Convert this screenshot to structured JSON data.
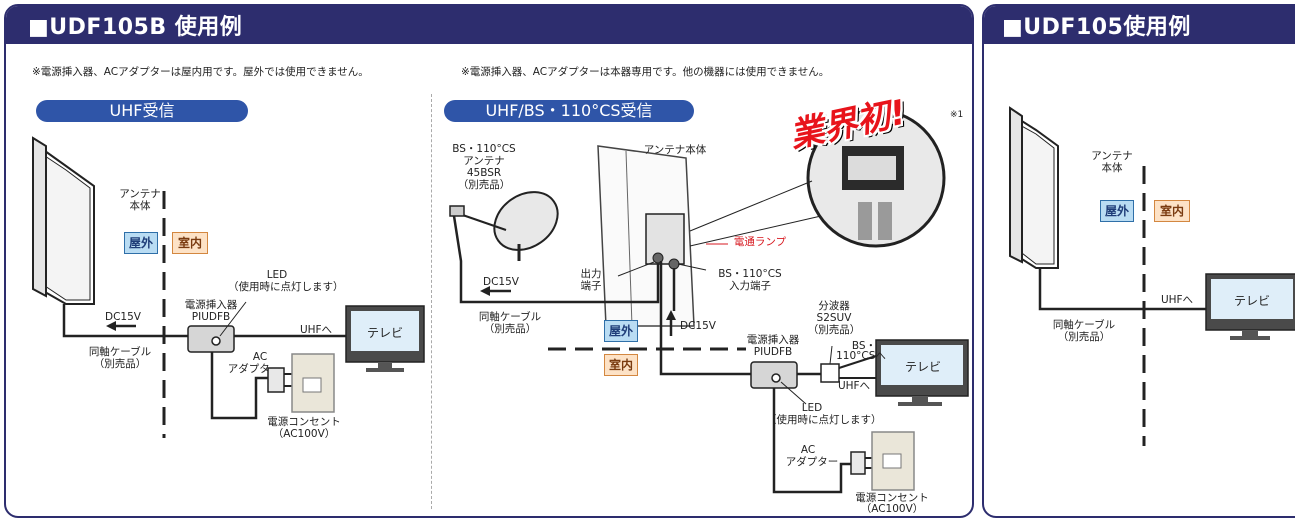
{
  "panel_b": {
    "title": "■UDF105B 使用例",
    "note_1": "※電源挿入器、ACアダプターは屋内用です。屋外では使用できません。",
    "note_2": "※電源挿入器、ACアダプターは本器専用です。他の機器には使用できません。",
    "uhf": {
      "pill": "UHF受信",
      "antenna_line1": "アンテナ",
      "antenna_line2": "本体",
      "outdoor": "屋外",
      "indoor": "室内",
      "led_line1": "LED",
      "led_line2": "（使用時に点灯します）",
      "injector_line1": "電源挿入器",
      "injector_line2": "PIUDFB",
      "dc": "DC15V",
      "uhf_to": "UHFへ",
      "tv": "テレビ",
      "cable_line1": "同軸ケーブル",
      "cable_line2": "（別売品）",
      "ac_line1": "AC",
      "ac_line2": "アダプター",
      "outlet_line1": "電源コンセント",
      "outlet_line2": "（AC100V）"
    },
    "bs": {
      "pill": "UHF/BS・110°CS受信",
      "bs_antenna_line1": "BS・110°CS",
      "bs_antenna_line2": "アンテナ",
      "bs_antenna_line3": "45BSR",
      "bs_antenna_line4": "（別売品）",
      "antenna_body": "アンテナ本体",
      "badge": "業界初!",
      "badge_note": "※1",
      "lamp": "電通ランプ",
      "output_line1": "出力",
      "output_line2": "端子",
      "input_line1": "BS・110°CS",
      "input_line2": "入力端子",
      "dc_left": "DC15V",
      "dc_up": "DC15V",
      "cable_line1": "同軸ケーブル",
      "cable_line2": "（別売品）",
      "outdoor": "屋外",
      "indoor": "室内",
      "splitter_line1": "分波器",
      "splitter_line2": "S2SUV",
      "splitter_line3": "（別売品）",
      "bs_to_line1": "BS・",
      "bs_to_line2": "110°CSへ",
      "uhf_to": "UHFへ",
      "injector_line1": "電源挿入器",
      "injector_line2": "PIUDFB",
      "tv": "テレビ",
      "led_line1": "LED",
      "led_line2": "（使用時に点灯します）",
      "ac_line1": "AC",
      "ac_line2": "アダプター",
      "outlet_line1": "電源コンセント",
      "outlet_line2": "（AC100V）"
    }
  },
  "panel_a": {
    "title": "■UDF105使用例",
    "antenna_line1": "アンテナ",
    "antenna_line2": "本体",
    "outdoor": "屋外",
    "indoor": "室内",
    "uhf_to": "UHFへ",
    "tv": "テレビ",
    "cable_line1": "同軸ケーブル",
    "cable_line2": "（別売品）"
  },
  "colors": {
    "header": "#2d2d6e",
    "pill": "#2f55a8",
    "outdoor": "#b9dcf3",
    "indoor": "#fde2c6",
    "badge": "#e8141b",
    "lamp_text": "#d71920"
  }
}
